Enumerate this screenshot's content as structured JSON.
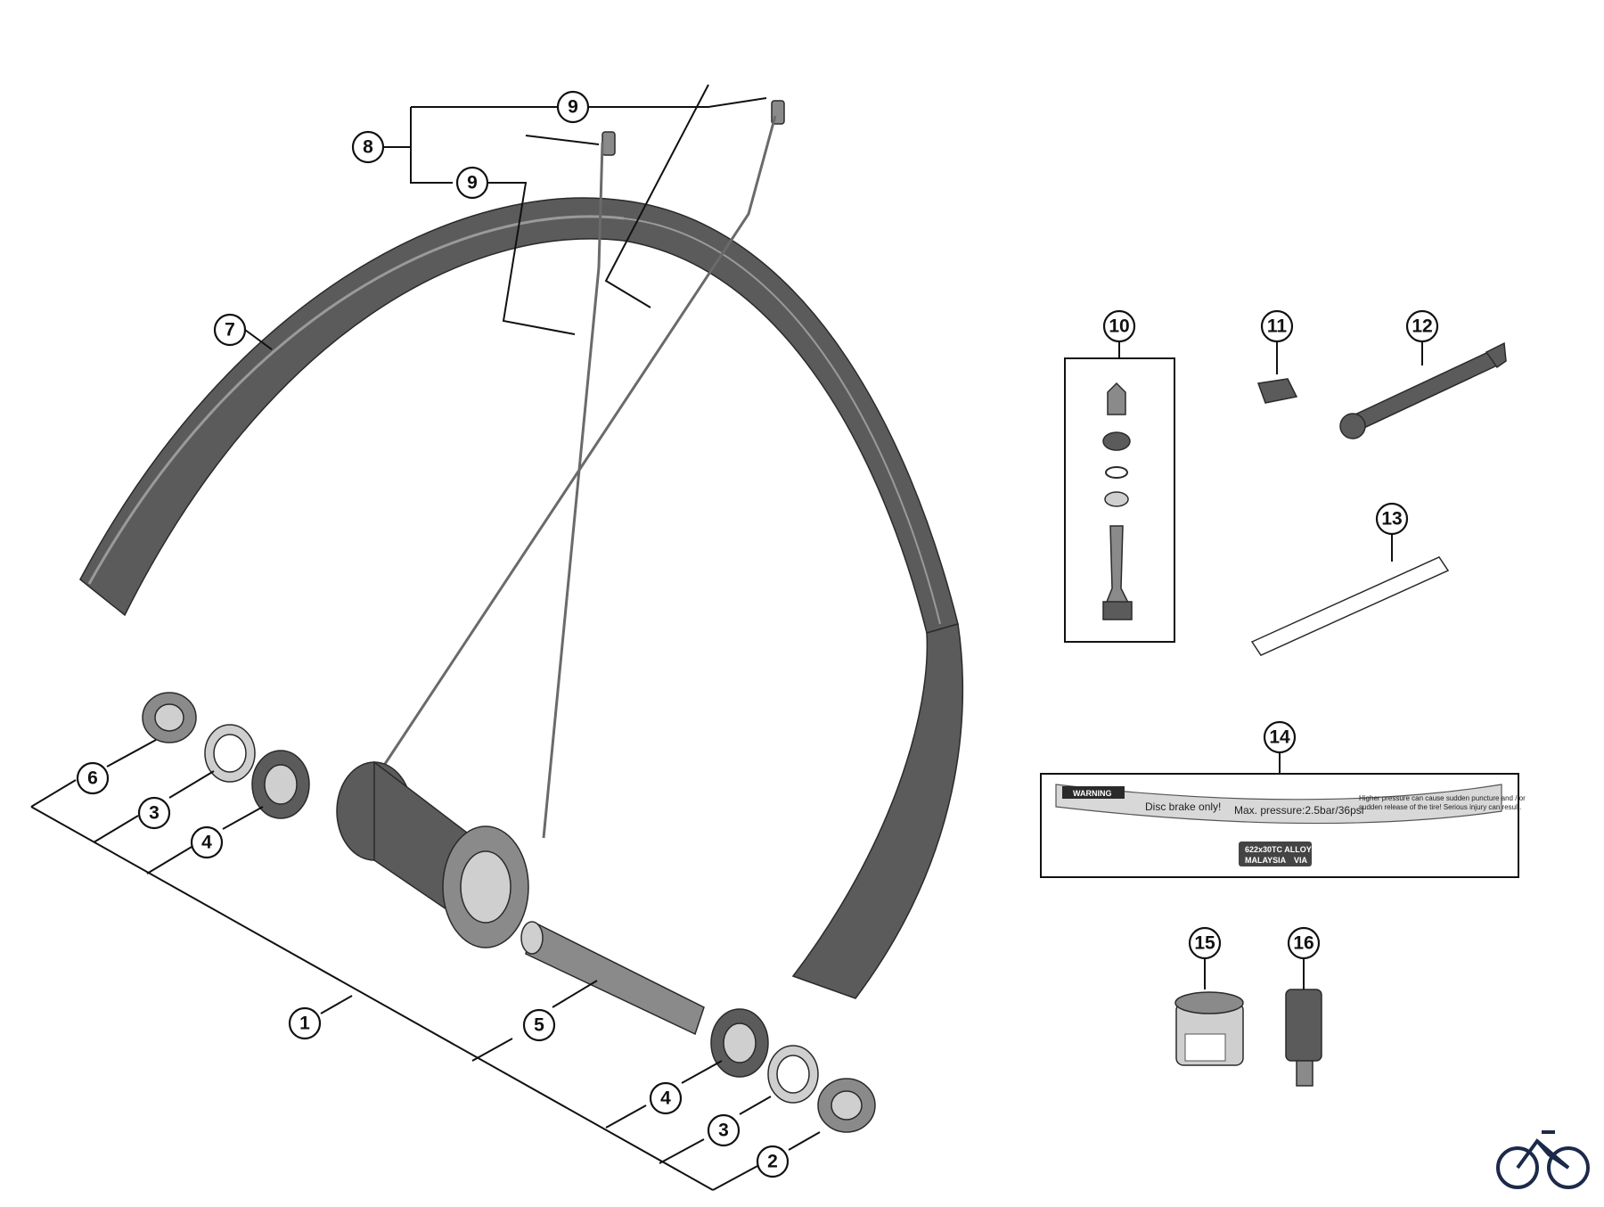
{
  "callouts": {
    "c1": "1",
    "c2": "2",
    "c3a": "3",
    "c3b": "3",
    "c4a": "4",
    "c4b": "4",
    "c5": "5",
    "c6": "6",
    "c7": "7",
    "c8": "8",
    "c9a": "9",
    "c9b": "9",
    "c10": "10",
    "c11": "11",
    "c12": "12",
    "c13": "13",
    "c14": "14",
    "c15": "15",
    "c16": "16"
  },
  "rim_label": {
    "warning": "WARNING",
    "disc_brake": "Disc brake only!",
    "pressure": "Max. pressure:2.5bar/36psi",
    "fine_print_1": "Higher pressure can cause sudden puncture and / or",
    "fine_print_2": "sudden release of the tire! Serious injury can result.",
    "size_line": "622x30TC ALLOY",
    "made_line": "MALAYSIA",
    "via_mark": "VIA"
  },
  "colors": {
    "ink": "#111111",
    "rim_gray": "#5b5b5b",
    "part_mid": "#8a8a8a",
    "part_light": "#cfcfcf",
    "bike_logo": "#1c2a4a"
  },
  "icons": {
    "corner_logo": "bicycle-icon"
  }
}
